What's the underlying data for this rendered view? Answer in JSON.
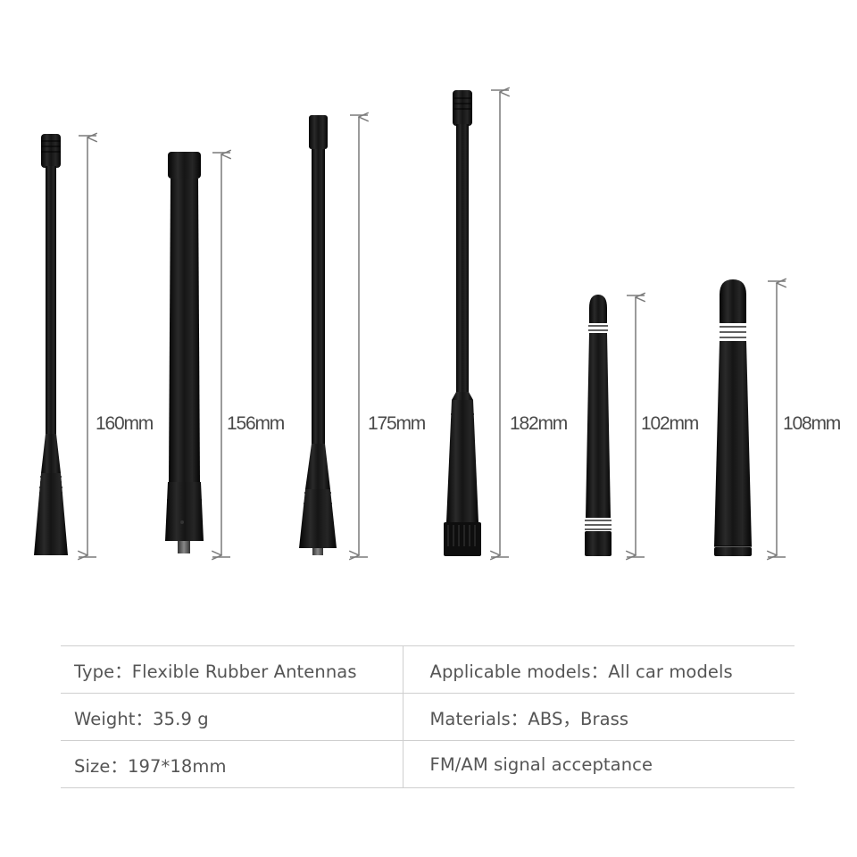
{
  "colors": {
    "background": "#ffffff",
    "antenna_body": "#111111",
    "dimension_line": "#7a7a7a",
    "label_text": "#4a4a4a",
    "table_text": "#555555",
    "table_border": "#cfcfcf"
  },
  "antennas": [
    {
      "id": 1,
      "length_label": "160mm",
      "style": "slim-whip-ribbed-tip",
      "has_connector": false
    },
    {
      "id": 2,
      "length_label": "156mm",
      "style": "thick-tube-cap-tip",
      "has_connector": true
    },
    {
      "id": 3,
      "length_label": "175mm",
      "style": "slim-whip-cap-tip",
      "has_connector": true
    },
    {
      "id": 4,
      "length_label": "182mm",
      "style": "slim-whip-ribbed-tip-knurled-base",
      "has_connector": false
    },
    {
      "id": 5,
      "length_label": "102mm",
      "style": "stubby-rounded-tip",
      "has_connector": false
    },
    {
      "id": 6,
      "length_label": "108mm",
      "style": "stubby-wide-rounded-tip",
      "has_connector": false
    }
  ],
  "specs": {
    "rows": [
      {
        "left": "Type：Flexible Rubber Antennas",
        "right": "Applicable models：All car models"
      },
      {
        "left": "Weight：35.9 g",
        "right": "Materials：ABS，Brass"
      },
      {
        "left": "Size：197*18mm",
        "right": "FM/AM signal acceptance"
      }
    ]
  }
}
